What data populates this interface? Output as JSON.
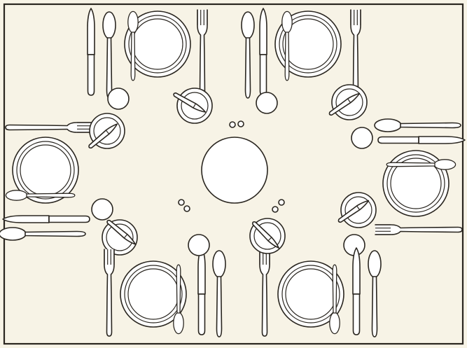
{
  "title": "",
  "place_settings": [
    {
      "id": "top-left"
    },
    {
      "id": "top-right"
    },
    {
      "id": "left-upper"
    },
    {
      "id": "left-lower"
    },
    {
      "id": "right"
    },
    {
      "id": "bottom-left"
    },
    {
      "id": "bottom-right"
    }
  ],
  "colors": {
    "paper": "#f7f3e6",
    "ink": "#2a2620"
  }
}
